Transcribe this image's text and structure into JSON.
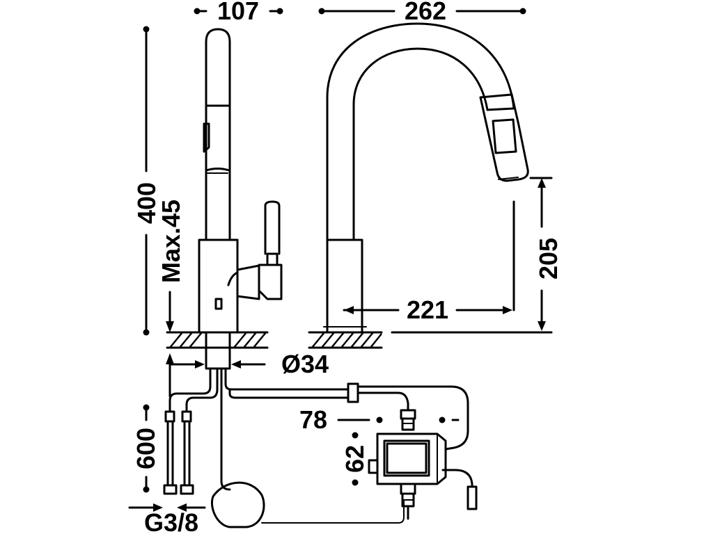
{
  "dimensions": {
    "spout_width": "107",
    "reach": "262",
    "height": "400",
    "deck_thickness": "Max.45",
    "spout_height": "205",
    "spout_projection": "221",
    "hole_diameter": "Ø34",
    "box_width": "78",
    "box_height": "62",
    "hose_length": "600",
    "connection_thread": "G3/8"
  }
}
